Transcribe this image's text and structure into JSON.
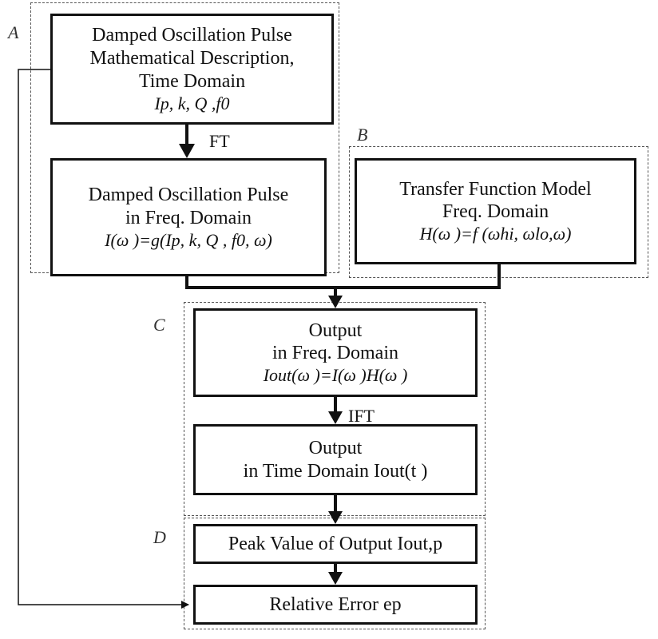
{
  "regions": {
    "a": "A",
    "b": "B",
    "c": "C",
    "d": "D"
  },
  "boxes": {
    "time_domain": {
      "lines": [
        "Damped Oscillation Pulse",
        "Mathematical Description,",
        "Time Domain"
      ],
      "params": "Ip, k, Q ,f0"
    },
    "freq_domain_pulse": {
      "lines": [
        "Damped Oscillation Pulse",
        "in Freq. Domain"
      ],
      "formula": "I(ω )=g(Ip, k, Q , f0, ω)"
    },
    "transfer_function": {
      "lines": [
        "Transfer Function Model",
        "Freq. Domain"
      ],
      "formula": "H(ω )=f (ωhi, ωlo,ω)"
    },
    "output_freq": {
      "lines": [
        "Output",
        "in Freq. Domain"
      ],
      "formula": "Iout(ω )=I(ω )H(ω )"
    },
    "output_time": {
      "lines": [
        "Output",
        "in Time Domain Iout(t )"
      ]
    },
    "peak_value": {
      "text": "Peak Value of Output Iout,p"
    },
    "relative_error": {
      "text": "Relative Error ep"
    }
  },
  "edges": {
    "ft": "FT",
    "ift": "IFT"
  }
}
